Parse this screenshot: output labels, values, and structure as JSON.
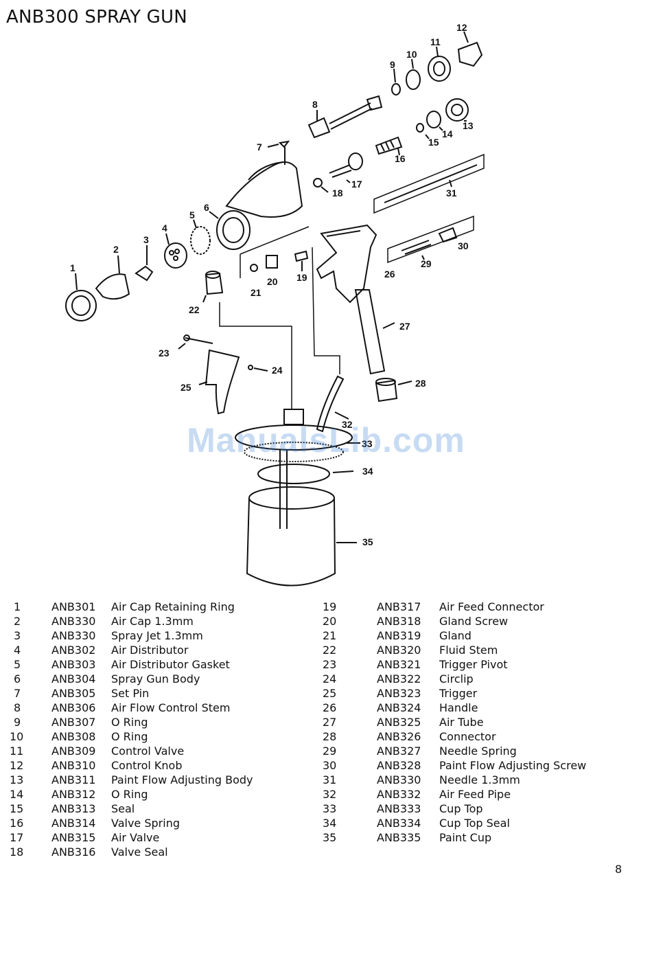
{
  "title": "ANB300 SPRAY GUN",
  "watermark": "ManualsLib.com",
  "page_number": "8",
  "diagram": {
    "callouts": [
      "1",
      "2",
      "3",
      "4",
      "5",
      "6",
      "7",
      "8",
      "9",
      "10",
      "11",
      "12",
      "13",
      "14",
      "15",
      "16",
      "17",
      "18",
      "19",
      "20",
      "21",
      "22",
      "23",
      "24",
      "25",
      "26",
      "27",
      "28",
      "29",
      "30",
      "31",
      "32",
      "33",
      "34",
      "35"
    ]
  },
  "parts_left": [
    {
      "no": "1",
      "code": "ANB301",
      "name": "Air Cap Retaining Ring"
    },
    {
      "no": "2",
      "code": "ANB330",
      "name": "Air Cap 1.3mm"
    },
    {
      "no": "3",
      "code": "ANB330",
      "name": "Spray Jet 1.3mm"
    },
    {
      "no": "4",
      "code": "ANB302",
      "name": "Air Distributor"
    },
    {
      "no": "5",
      "code": "ANB303",
      "name": "Air Distributor Gasket"
    },
    {
      "no": "6",
      "code": "ANB304",
      "name": "Spray Gun Body"
    },
    {
      "no": "7",
      "code": "ANB305",
      "name": "Set Pin"
    },
    {
      "no": "8",
      "code": "ANB306",
      "name": "Air Flow Control Stem"
    },
    {
      "no": "9",
      "code": "ANB307",
      "name": "O Ring"
    },
    {
      "no": "10",
      "code": "ANB308",
      "name": "O Ring"
    },
    {
      "no": "11",
      "code": "ANB309",
      "name": "Control Valve"
    },
    {
      "no": "12",
      "code": "ANB310",
      "name": "Control Knob"
    },
    {
      "no": "13",
      "code": "ANB311",
      "name": "Paint Flow Adjusting Body"
    },
    {
      "no": "14",
      "code": "ANB312",
      "name": "O Ring"
    },
    {
      "no": "15",
      "code": "ANB313",
      "name": "Seal"
    },
    {
      "no": "16",
      "code": "ANB314",
      "name": "Valve Spring"
    },
    {
      "no": "17",
      "code": "ANB315",
      "name": "Air Valve"
    },
    {
      "no": "18",
      "code": "ANB316",
      "name": "Valve Seal"
    }
  ],
  "parts_right": [
    {
      "no": "19",
      "code": "ANB317",
      "name": "Air Feed Connector"
    },
    {
      "no": "20",
      "code": "ANB318",
      "name": "Gland Screw"
    },
    {
      "no": "21",
      "code": "ANB319",
      "name": "Gland"
    },
    {
      "no": "22",
      "code": "ANB320",
      "name": "Fluid Stem"
    },
    {
      "no": "23",
      "code": "ANB321",
      "name": "Trigger Pivot"
    },
    {
      "no": "24",
      "code": "ANB322",
      "name": "Circlip"
    },
    {
      "no": "25",
      "code": "ANB323",
      "name": "Trigger"
    },
    {
      "no": "26",
      "code": "ANB324",
      "name": "Handle"
    },
    {
      "no": "27",
      "code": "ANB325",
      "name": "Air Tube"
    },
    {
      "no": "28",
      "code": "ANB326",
      "name": "Connector"
    },
    {
      "no": "29",
      "code": "ANB327",
      "name": "Needle Spring"
    },
    {
      "no": "30",
      "code": "ANB328",
      "name": "Paint Flow Adjusting Screw"
    },
    {
      "no": "31",
      "code": "ANB330",
      "name": "Needle 1.3mm"
    },
    {
      "no": "32",
      "code": "ANB332",
      "name": "Air Feed Pipe"
    },
    {
      "no": "33",
      "code": "ANB333",
      "name": "Cup Top"
    },
    {
      "no": "34",
      "code": "ANB334",
      "name": "Cup Top Seal"
    },
    {
      "no": "35",
      "code": "ANB335",
      "name": "Paint Cup"
    }
  ]
}
